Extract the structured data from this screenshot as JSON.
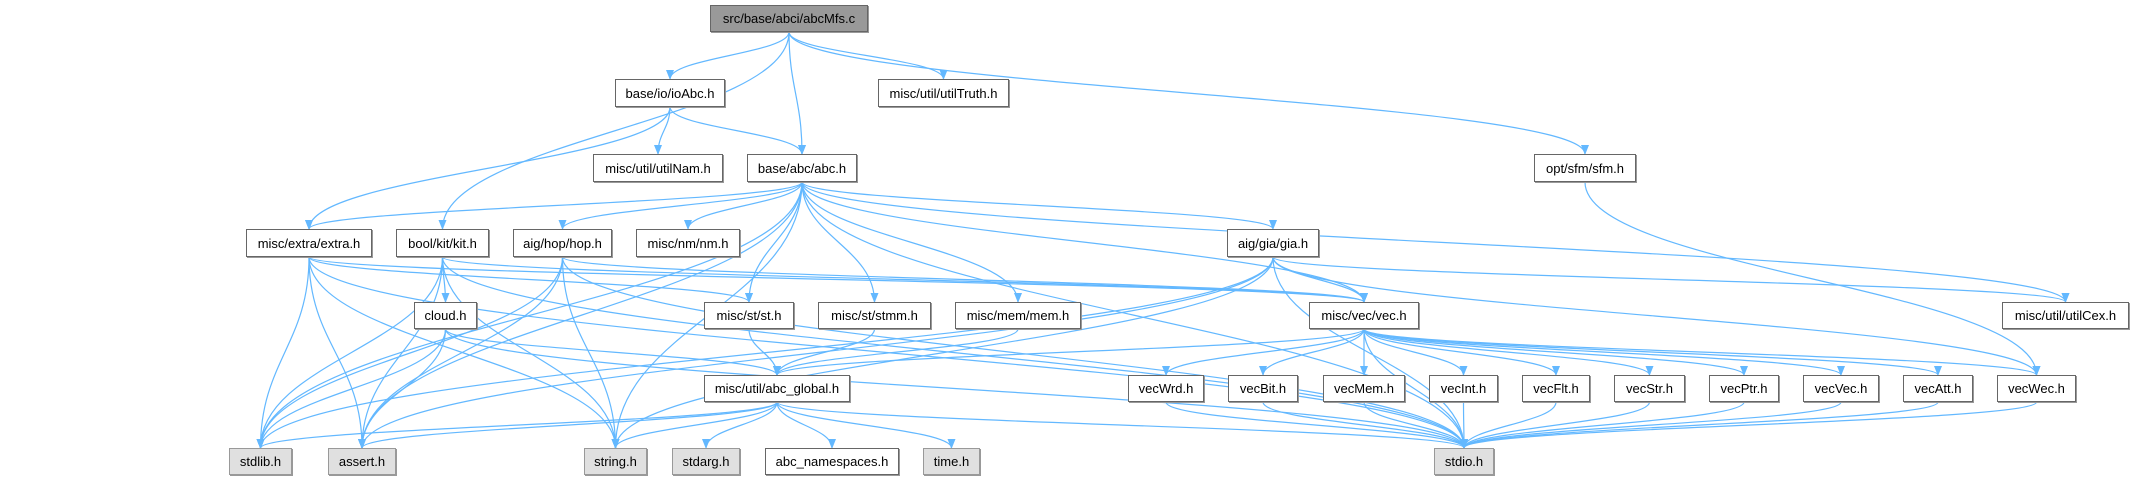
{
  "graph": {
    "edge_color": "#63b8ff",
    "root_fill": "#999999",
    "system_header_fill": "#e0e0e0",
    "nodes": [
      {
        "label": "src/base/abci/abcMfs.c",
        "kind": "root"
      },
      {
        "label": "base/io/ioAbc.h",
        "kind": "file"
      },
      {
        "label": "misc/util/utilTruth.h",
        "kind": "file"
      },
      {
        "label": "misc/util/utilNam.h",
        "kind": "file"
      },
      {
        "label": "base/abc/abc.h",
        "kind": "file"
      },
      {
        "label": "opt/sfm/sfm.h",
        "kind": "file"
      },
      {
        "label": "misc/extra/extra.h",
        "kind": "file"
      },
      {
        "label": "bool/kit/kit.h",
        "kind": "file"
      },
      {
        "label": "aig/hop/hop.h",
        "kind": "file"
      },
      {
        "label": "misc/nm/nm.h",
        "kind": "file"
      },
      {
        "label": "aig/gia/gia.h",
        "kind": "file"
      },
      {
        "label": "cloud.h",
        "kind": "file"
      },
      {
        "label": "misc/st/st.h",
        "kind": "file"
      },
      {
        "label": "misc/st/stmm.h",
        "kind": "file"
      },
      {
        "label": "misc/mem/mem.h",
        "kind": "file"
      },
      {
        "label": "misc/vec/vec.h",
        "kind": "file"
      },
      {
        "label": "misc/util/utilCex.h",
        "kind": "file"
      },
      {
        "label": "misc/util/abc_global.h",
        "kind": "file"
      },
      {
        "label": "vecWrd.h",
        "kind": "file"
      },
      {
        "label": "vecBit.h",
        "kind": "file"
      },
      {
        "label": "vecMem.h",
        "kind": "file"
      },
      {
        "label": "vecInt.h",
        "kind": "file"
      },
      {
        "label": "vecFlt.h",
        "kind": "file"
      },
      {
        "label": "vecStr.h",
        "kind": "file"
      },
      {
        "label": "vecPtr.h",
        "kind": "file"
      },
      {
        "label": "vecVec.h",
        "kind": "file"
      },
      {
        "label": "vecAtt.h",
        "kind": "file"
      },
      {
        "label": "vecWec.h",
        "kind": "file"
      },
      {
        "label": "stdlib.h",
        "kind": "system"
      },
      {
        "label": "assert.h",
        "kind": "system"
      },
      {
        "label": "string.h",
        "kind": "system"
      },
      {
        "label": "stdarg.h",
        "kind": "system"
      },
      {
        "label": "abc_namespaces.h",
        "kind": "file"
      },
      {
        "label": "time.h",
        "kind": "system"
      },
      {
        "label": "stdio.h",
        "kind": "system"
      }
    ],
    "edges": [
      [
        0,
        1
      ],
      [
        0,
        4
      ],
      [
        0,
        7
      ],
      [
        0,
        2
      ],
      [
        0,
        5
      ],
      [
        1,
        6
      ],
      [
        1,
        3
      ],
      [
        1,
        4
      ],
      [
        4,
        6
      ],
      [
        4,
        8
      ],
      [
        4,
        9
      ],
      [
        4,
        10
      ],
      [
        4,
        15
      ],
      [
        4,
        12
      ],
      [
        4,
        13
      ],
      [
        4,
        14
      ],
      [
        4,
        16
      ],
      [
        4,
        34
      ],
      [
        4,
        28
      ],
      [
        4,
        30
      ],
      [
        4,
        29
      ],
      [
        6,
        28
      ],
      [
        6,
        29
      ],
      [
        6,
        30
      ],
      [
        6,
        34
      ],
      [
        6,
        12
      ],
      [
        6,
        15
      ],
      [
        7,
        28
      ],
      [
        7,
        29
      ],
      [
        7,
        30
      ],
      [
        7,
        11
      ],
      [
        7,
        15
      ],
      [
        7,
        34
      ],
      [
        8,
        28
      ],
      [
        8,
        29
      ],
      [
        8,
        30
      ],
      [
        8,
        15
      ],
      [
        8,
        34
      ],
      [
        10,
        15
      ],
      [
        10,
        16
      ],
      [
        10,
        28
      ],
      [
        10,
        29
      ],
      [
        10,
        30
      ],
      [
        10,
        34
      ],
      [
        10,
        27
      ],
      [
        11,
        28
      ],
      [
        11,
        29
      ],
      [
        11,
        17
      ],
      [
        11,
        34
      ],
      [
        12,
        17
      ],
      [
        13,
        17
      ],
      [
        14,
        17
      ],
      [
        15,
        17
      ],
      [
        15,
        34
      ],
      [
        15,
        18
      ],
      [
        15,
        19
      ],
      [
        15,
        20
      ],
      [
        15,
        21
      ],
      [
        15,
        22
      ],
      [
        15,
        23
      ],
      [
        15,
        24
      ],
      [
        15,
        25
      ],
      [
        15,
        26
      ],
      [
        15,
        27
      ],
      [
        5,
        27
      ],
      [
        17,
        28
      ],
      [
        17,
        29
      ],
      [
        17,
        30
      ],
      [
        17,
        31
      ],
      [
        17,
        32
      ],
      [
        17,
        33
      ],
      [
        17,
        34
      ],
      [
        18,
        34
      ],
      [
        19,
        34
      ],
      [
        20,
        34
      ],
      [
        21,
        34
      ],
      [
        22,
        34
      ],
      [
        23,
        34
      ],
      [
        24,
        34
      ],
      [
        25,
        34
      ],
      [
        26,
        34
      ],
      [
        27,
        34
      ]
    ]
  }
}
